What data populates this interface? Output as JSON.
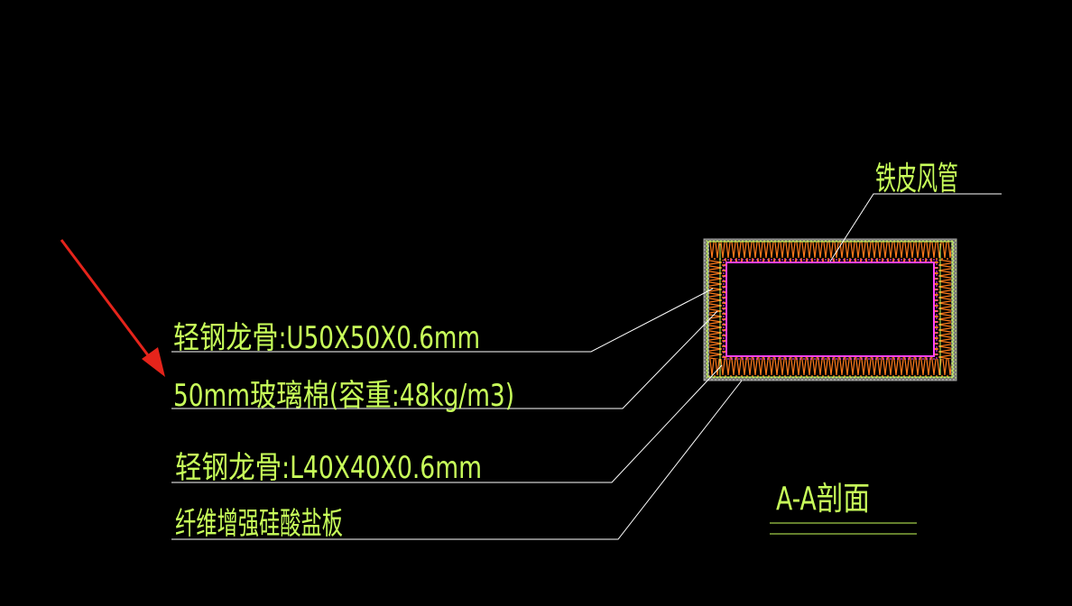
{
  "labels": {
    "duct": "铁皮风管",
    "keel_u": "轻钢龙骨:U50X50X0.6mm",
    "glass_wool": "50mm玻璃棉(容重:48kg/m3)",
    "keel_l": "轻钢龙骨:L40X40X0.6mm",
    "board": "纤维增强硅酸盐板",
    "section_title": "A-A剖面"
  },
  "colors": {
    "background": "#000000",
    "annotation": "#c8ff5a",
    "leader": "#ffffff",
    "duct_outline": "#ff40ff",
    "insulation": "#ff7a1a",
    "board": "#8c8c8c",
    "arrow": "#e5241b"
  },
  "icons": {
    "pointer": "red-arrow-icon"
  }
}
